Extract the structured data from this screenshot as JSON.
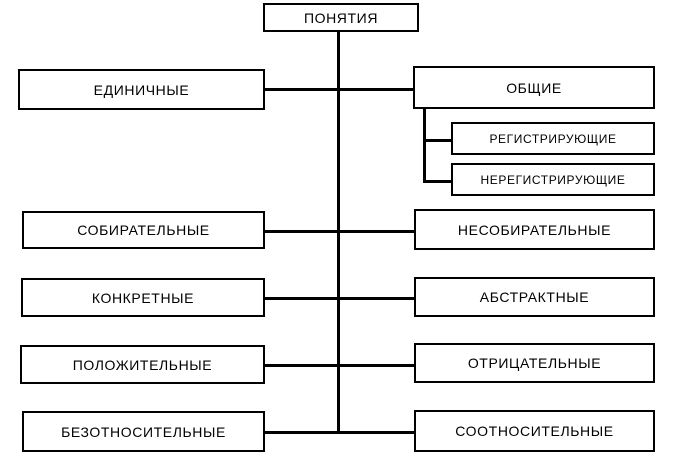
{
  "diagram": {
    "title_node": {
      "id": "ponyatiya",
      "label": "ПОНЯТИЯ"
    },
    "rows": [
      {
        "id": "row-edinichnye-obshchie",
        "left": {
          "id": "edinichnye",
          "label": "ЕДИНИЧНЫЕ"
        },
        "right": {
          "id": "obshchie",
          "label": "ОБЩИЕ"
        }
      },
      {
        "id": "row-sobiratelnye",
        "left": {
          "id": "sobiratelnye",
          "label": "СОБИРАТЕЛЬНЫЕ"
        },
        "right": {
          "id": "nesobiratelnye",
          "label": "НЕСОБИРАТЕЛЬНЫЕ"
        }
      },
      {
        "id": "row-konkretnye",
        "left": {
          "id": "konkretnye",
          "label": "КОНКРЕТНЫЕ"
        },
        "right": {
          "id": "abstraktnye",
          "label": "АБСТРАКТНЫЕ"
        }
      },
      {
        "id": "row-polozhitelnye",
        "left": {
          "id": "polozhitelnye",
          "label": "ПОЛОЖИТЕЛЬНЫЕ"
        },
        "right": {
          "id": "otricatelnye",
          "label": "ОТРИЦАТЕЛЬНЫЕ"
        }
      },
      {
        "id": "row-bezotnositelnye",
        "left": {
          "id": "bezotnositelnye",
          "label": "БЕЗОТНОСИТЕЛЬНЫЕ"
        },
        "right": {
          "id": "sootnositelnye",
          "label": "СООТНОСИТЕЛЬНЫЕ"
        }
      }
    ],
    "sub_nodes": [
      {
        "id": "registriruyushchie",
        "label": "РЕГИСТРИРУЮЩИЕ",
        "parent": "obshchie"
      },
      {
        "id": "neregistriruyushchie",
        "label": "НЕРЕГИСТРИРУЮЩИЕ",
        "parent": "obshchie"
      }
    ],
    "colors": {
      "line": "#000000",
      "box_fill": "#ffffff",
      "text": "#000000"
    }
  }
}
